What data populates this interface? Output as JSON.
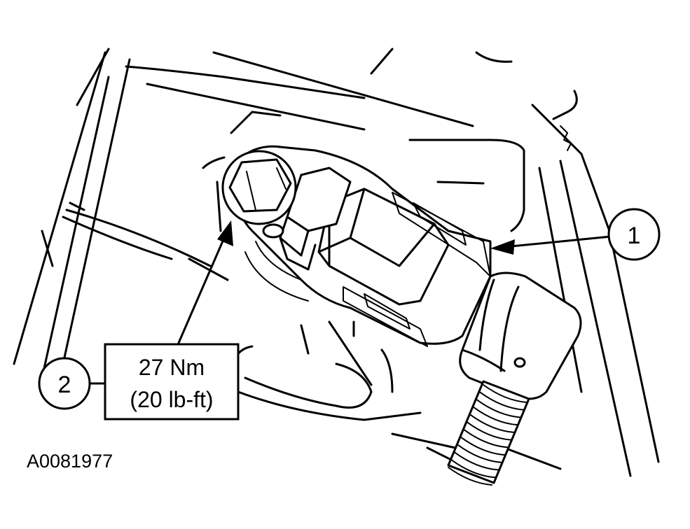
{
  "diagram": {
    "figure_id": "A0081977",
    "callouts": [
      {
        "number": "1"
      },
      {
        "number": "2",
        "torque_nm": "27 Nm",
        "torque_lbft": "(20 lb-ft)"
      }
    ]
  },
  "icons": {
    "bolt": "hex-bolt-icon",
    "sensor": "knock-sensor-icon",
    "harness": "corrugated-wire-harness-icon"
  }
}
